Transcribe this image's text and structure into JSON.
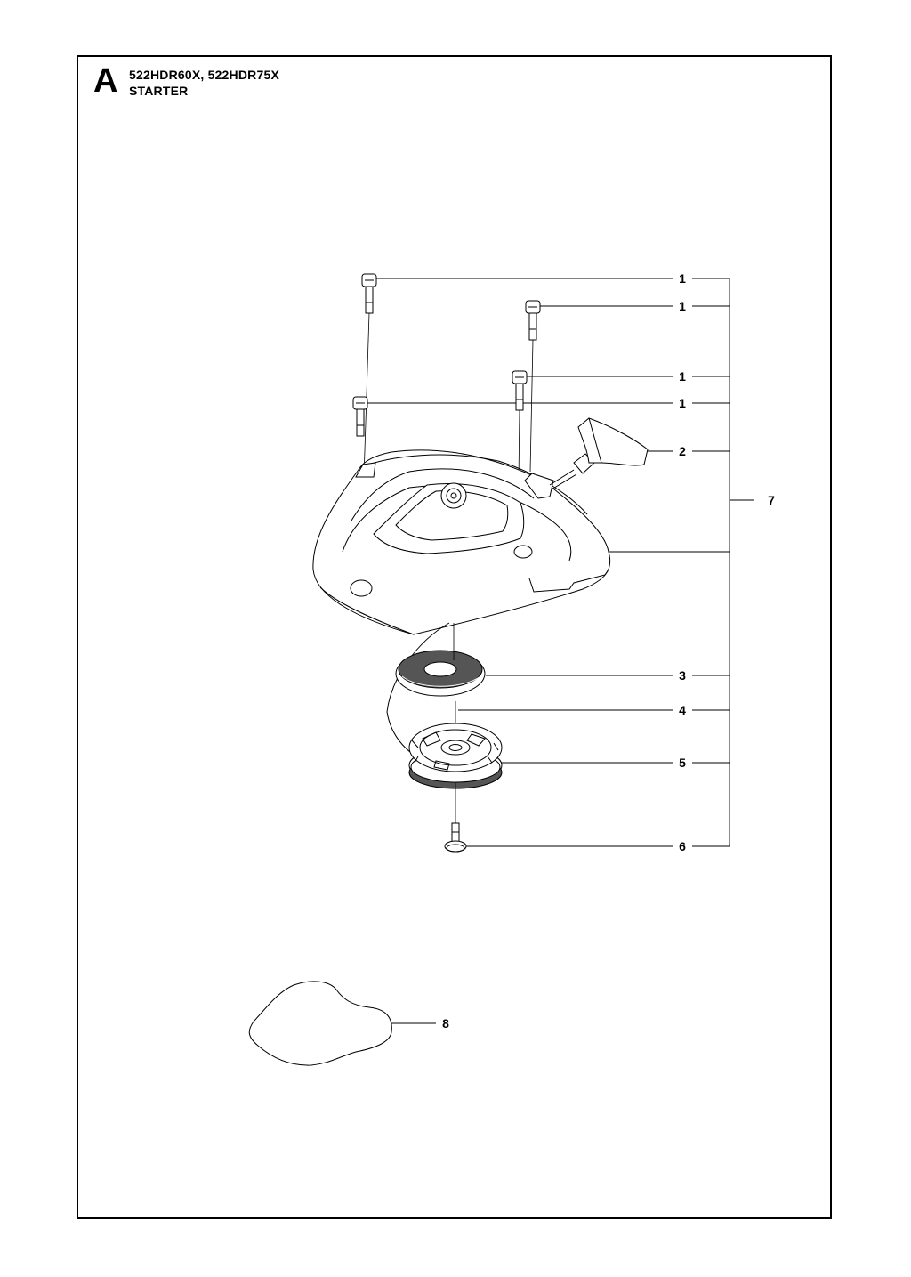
{
  "header": {
    "section_letter": "A",
    "models": "522HDR60X, 522HDR75X",
    "section_title": "STARTER"
  },
  "callouts": {
    "screw_a": "1",
    "screw_b": "1",
    "screw_c": "1",
    "screw_d": "1",
    "handle": "2",
    "spring": "3",
    "rope": "4",
    "pulley": "5",
    "center_screw": "6",
    "assembly": "7",
    "pad": "8"
  }
}
